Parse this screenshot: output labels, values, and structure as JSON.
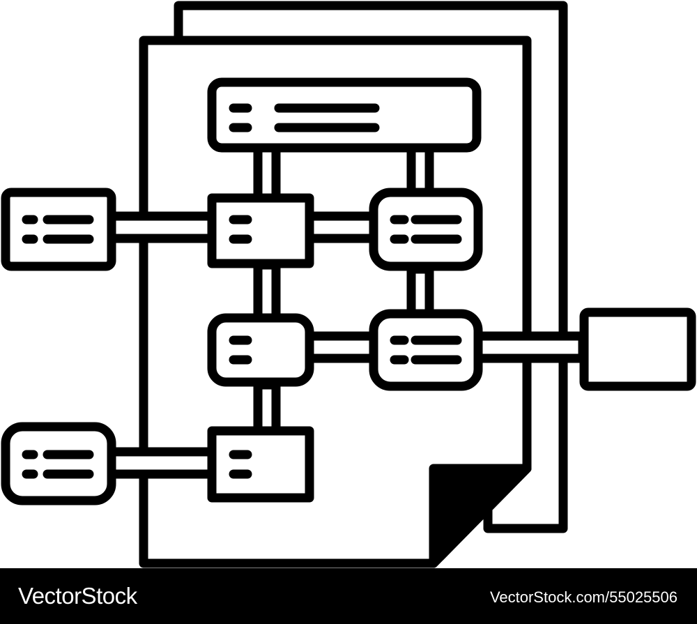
{
  "colors": {
    "background": "#ffffff",
    "ink": "#000000",
    "footer_background": "#000000",
    "footer_text": "#ffffff"
  },
  "illustration": {
    "subject": "flowchart-document-icon",
    "style": "glyph"
  },
  "footer": {
    "brand": "VectorStock",
    "image_id": "VectorStock.com/55025506"
  }
}
